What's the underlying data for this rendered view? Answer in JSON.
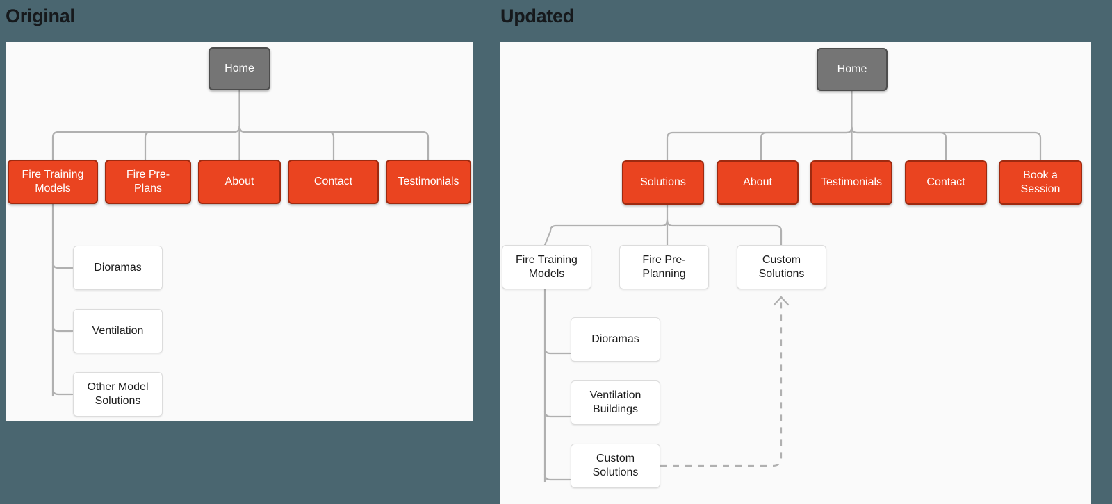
{
  "background_color": "#4A6670",
  "panel_color": "#FAFAFA",
  "colors": {
    "root_fill": "#757575",
    "root_border": "#4d4d4d",
    "primary_fill": "#EA4420",
    "primary_border": "#9e2a10",
    "leaf_fill": "#ffffff",
    "leaf_border": "#dcdcdc",
    "connector": "#b0b0b0",
    "title_text": "#16191c"
  },
  "panels": {
    "original": {
      "title": "Original",
      "root": {
        "label": "Home"
      },
      "primary": [
        {
          "label": "Fire Training\nModels"
        },
        {
          "label": "Fire Pre-\nPlans"
        },
        {
          "label": "About"
        },
        {
          "label": "Contact"
        },
        {
          "label": "Testimonials"
        }
      ],
      "children_of": "Fire Training Models",
      "children": [
        {
          "label": "Dioramas"
        },
        {
          "label": "Ventilation"
        },
        {
          "label": "Other Model\nSolutions"
        }
      ]
    },
    "updated": {
      "title": "Updated",
      "root": {
        "label": "Home"
      },
      "primary": [
        {
          "label": "Solutions"
        },
        {
          "label": "About"
        },
        {
          "label": "Testimonials"
        },
        {
          "label": "Contact"
        },
        {
          "label": "Book a\nSession"
        }
      ],
      "secondary_parent": "Solutions",
      "secondary": [
        {
          "label": "Fire Training\nModels"
        },
        {
          "label": "Fire Pre-\nPlanning"
        },
        {
          "label": "Custom\nSolutions"
        }
      ],
      "tertiary_parent": "Fire Training Models",
      "tertiary": [
        {
          "label": "Dioramas"
        },
        {
          "label": "Ventilation\nBuildings"
        },
        {
          "label": "Custom\nSolutions"
        }
      ],
      "link_note": "dashed arrow from tertiary Custom Solutions up to secondary Custom Solutions"
    }
  }
}
